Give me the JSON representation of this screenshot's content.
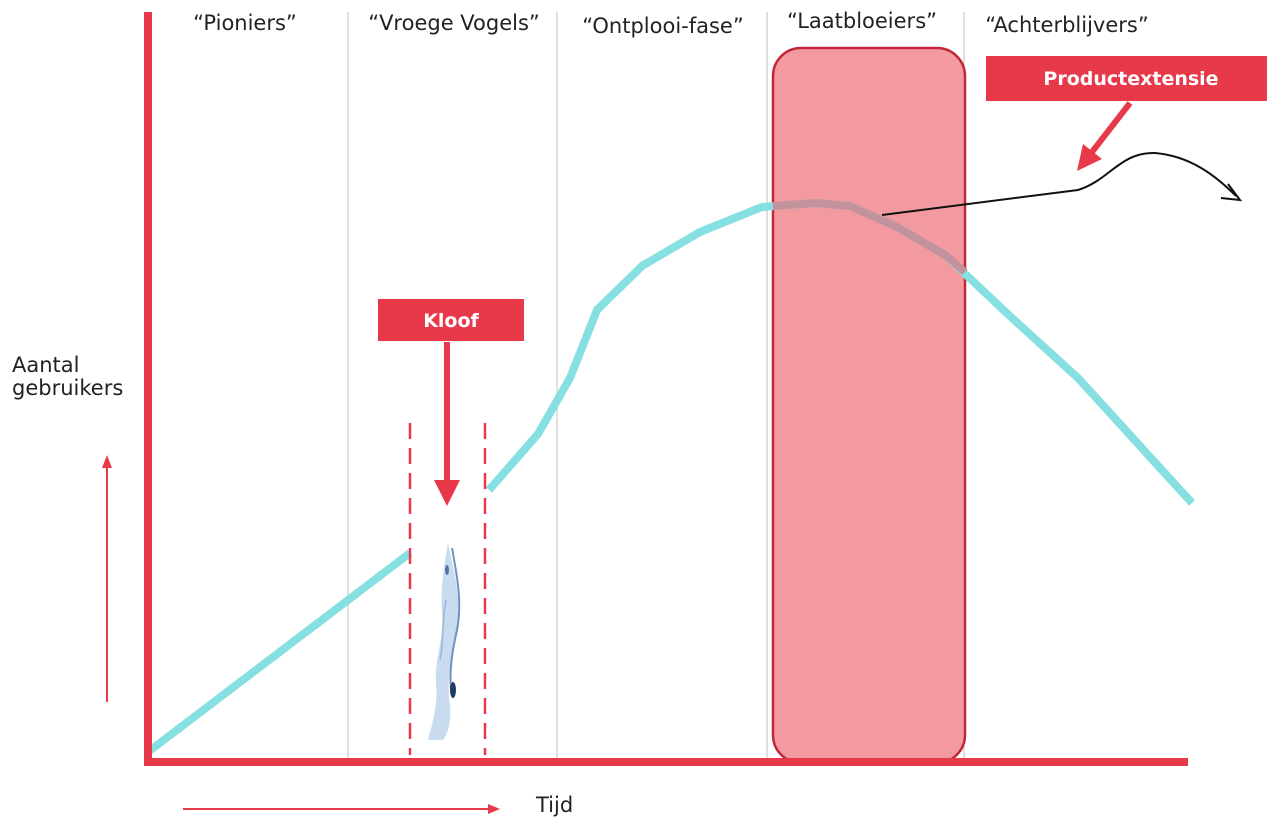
{
  "phases": [
    {
      "label": "“Pioniers”"
    },
    {
      "label": "“Vroege Vogels”"
    },
    {
      "label": "“Ontplooi-fase”"
    },
    {
      "label": "“Laatbloeiers”"
    },
    {
      "label": "“Achterblijvers”"
    }
  ],
  "axes": {
    "y_label_line1": "Aantal",
    "y_label_line2": "gebruikers",
    "x_label": "Tijd"
  },
  "callouts": {
    "gap": "Kloof",
    "extension": "Productextensie"
  },
  "colors": {
    "accent_red": "#e8394a",
    "curve": "#86dfe0",
    "highlight_fill": "#f39aa0",
    "highlight_stroke": "#c0283a",
    "divider": "#cccccc",
    "extension_line": "#111111"
  },
  "icons": {
    "gap_image": "water-splash"
  }
}
